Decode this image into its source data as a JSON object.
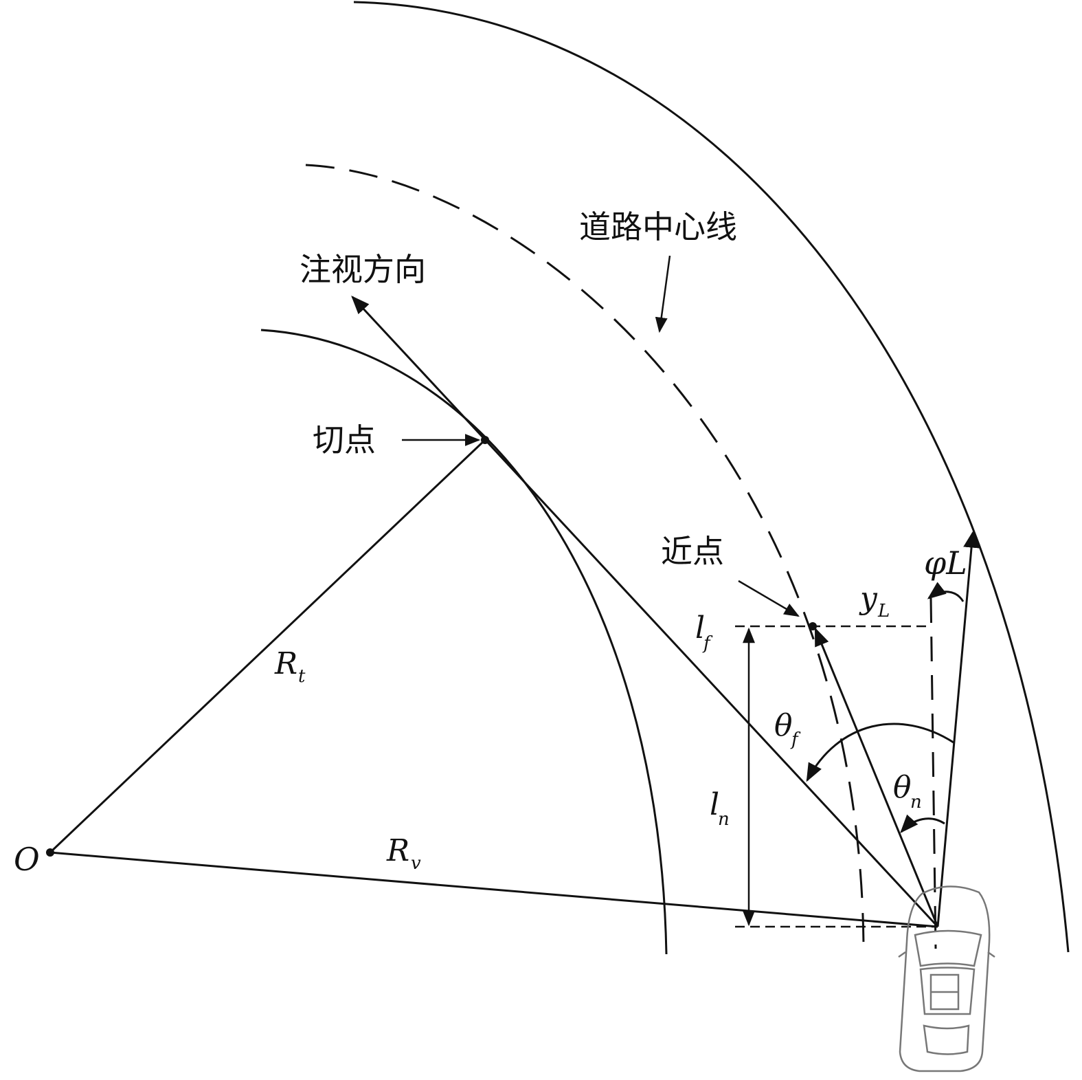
{
  "labels": {
    "centerline": "道路中心线",
    "gaze_direction": "注视方向",
    "tangent_point": "切点",
    "near_point": "近点"
  },
  "math": {
    "origin": "O",
    "R": "R",
    "t": "t",
    "v": "v",
    "l": "l",
    "f": "f",
    "n": "n",
    "theta": "θ",
    "y": "y",
    "L": "L",
    "phi_L": "φL"
  },
  "colors": {
    "ink": "#111111",
    "background": "#ffffff"
  },
  "icons": {
    "vehicle": "car-top-view-icon"
  }
}
